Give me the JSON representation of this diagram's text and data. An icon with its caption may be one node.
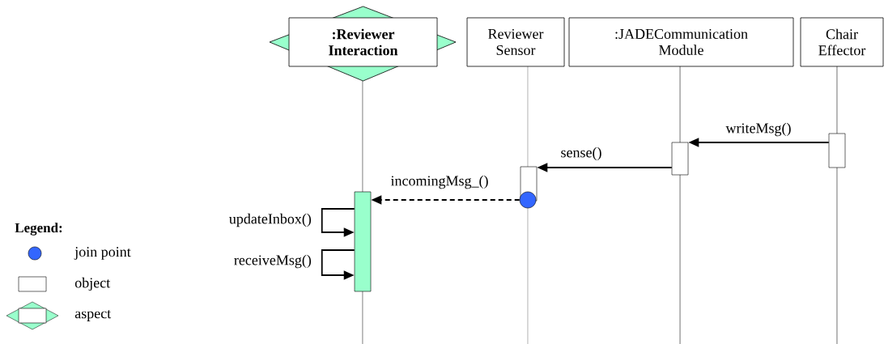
{
  "diagram": {
    "nodes": [
      {
        "text": [
          ":Reviewer Interaction"
        ]
      },
      {
        "text": [
          "Reviewer Sensor"
        ]
      },
      {
        "text": [
          ":JADECommunication Module"
        ]
      },
      {
        "text": [
          "Chair Effector"
        ]
      },
      {
        "text": [],
        "shape": "bar"
      },
      {
        "text": [],
        "shape": "bar"
      },
      {
        "text": [],
        "shape": "circle"
      },
      {
        "text": [],
        "shape": "bar"
      },
      {
        "text": [],
        "shape": "bar"
      }
    ],
    "edges": [
      {
        "from": 8,
        "to": 7,
        "arrow": "to",
        "label": "writeMsg()"
      },
      {
        "from": 7,
        "to": 5,
        "arrow": "to",
        "label": "sense()"
      },
      {
        "from": 6,
        "to": 4,
        "arrow": "to",
        "label": "incomingMsg_()",
        "style": "dashed"
      },
      {
        "from": 4,
        "to": 4,
        "arrow": "to",
        "label": "updateInbox()"
      },
      {
        "from": 4,
        "to": 4,
        "arrow": "to",
        "label": "receiveMsg()"
      }
    ],
    "labels": [
      "Legend:"
    ],
    "legend": [
      {
        "text": "join point",
        "color": "#3366ff"
      },
      {
        "text": "object"
      },
      {
        "text": "aspect"
      }
    ]
  }
}
